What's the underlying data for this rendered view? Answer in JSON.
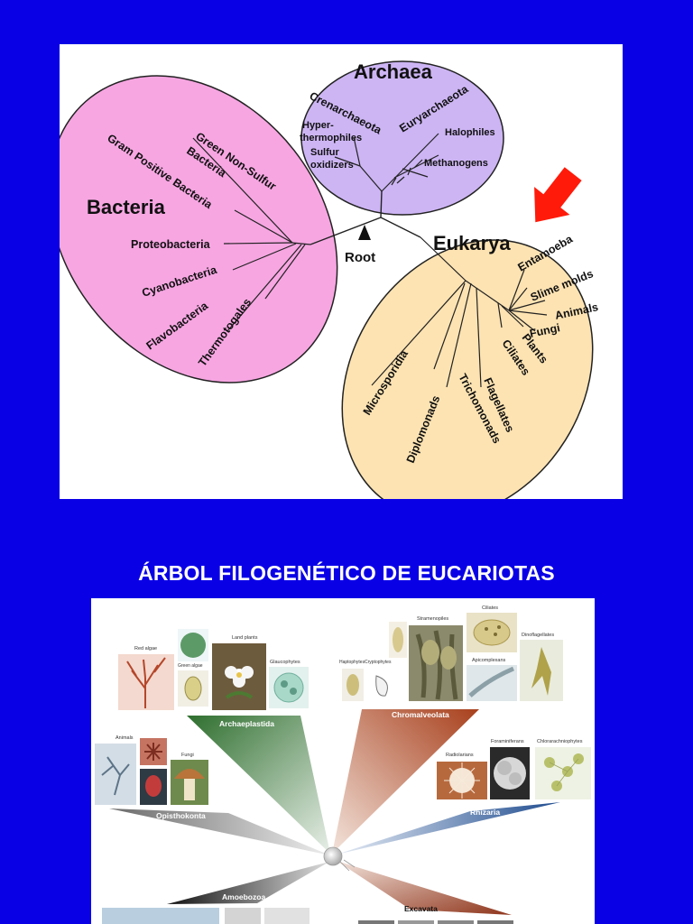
{
  "tree_of_life": {
    "domains": {
      "bacteria": "Bacteria",
      "archaea": "Archaea",
      "eukarya": "Eukarya"
    },
    "root_label": "Root",
    "bacteria_groups": {
      "green_non_sulfur_1": "Green Non-Sulfur",
      "green_non_sulfur_2": "Bacteria",
      "gram_positive": "Gram Positive Bacteria",
      "proteobacteria": "Proteobacteria",
      "cyanobacteria": "Cyanobacteria",
      "flavobacteria": "Flavobacteria",
      "thermotogales": "Thermotogales"
    },
    "archaea_groups": {
      "crenarchaeota": "Crenarchaeota",
      "euryarchaeota": "Euryarchaeota",
      "hyperthermophiles_1": "Hyper-",
      "hyperthermophiles_2": "thermophiles",
      "sulfur_oxidizers_1": "Sulfur",
      "sulfur_oxidizers_2": "oxidizers",
      "halophiles": "Halophiles",
      "methanogens": "Methanogens"
    },
    "eukarya_groups": {
      "entamoeba": "Entamoeba",
      "slime_molds": "Slime molds",
      "animals": "Animals",
      "fungi": "Fungi",
      "plants": "Plants",
      "ciliates": "Ciliates",
      "flagellates": "Flagellates",
      "trichomonads": "Trichomonads",
      "diplomonads": "Diplomonads",
      "microsporidia": "Microsporidia"
    },
    "colors": {
      "bacteria_fill": "#f7a6e2",
      "archaea_fill": "#cdb5f4",
      "eukarya_fill": "#fde3b2",
      "ellipse_stroke": "#222222",
      "arrow": "#ff1a0a"
    }
  },
  "section_title": "ÁRBOL FILOGENÉTICO DE EUCARIOTAS",
  "eukaryote_tree": {
    "supergroups": {
      "archaeplastida": "Archaeplastida",
      "chromalveolata": "Chromalveolata",
      "opisthokonta": "Opisthokonta",
      "rhizaria": "Rhizaria",
      "amoebozoa": "Amoebozoa",
      "excavata": "Excavata"
    },
    "organisms": {
      "red_algae": "Red algae",
      "green_algae": "Green algae",
      "land_plants": "Land plants",
      "glaucophytes": "Glaucophytes",
      "stramenopiles": "Stramenopiles",
      "ciliates": "Ciliates",
      "dinoflagellates": "Dinoflagellates",
      "haptophytes": "Haptophytes",
      "cryptophytes": "Cryptophytes",
      "apicomplexans": "Apicomplexans",
      "animals": "Animals",
      "fungi": "Fungi",
      "radiolarians": "Radiolarians",
      "foraminiferans": "Foraminiferans",
      "chlorarachniophytes": "Chlorarachniophytes"
    },
    "colors": {
      "archaeplastida": "#3a7a3a",
      "chromalveolata": "#b14a22",
      "opisthokonta": "#8a8a8a",
      "rhizaria": "#1f4c8f",
      "amoebozoa": "#222222",
      "excavata": "#9a3a1e"
    }
  }
}
